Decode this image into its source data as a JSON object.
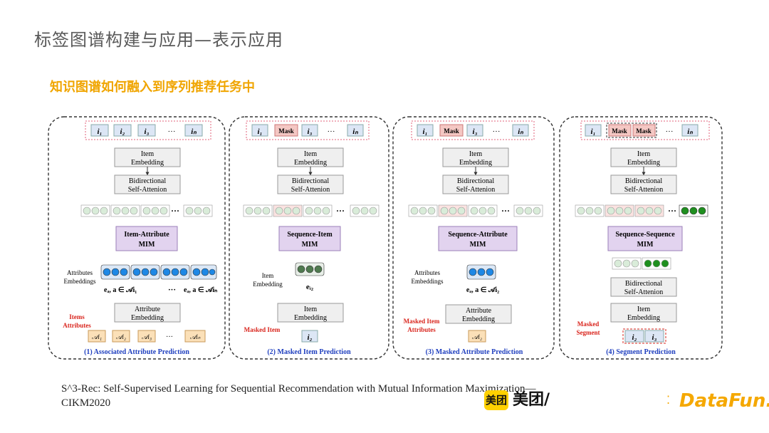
{
  "slide": {
    "title": "标签图谱构建与应用—表示应用",
    "subtitle": "知识图谱如何融入到序列推荐任务中",
    "citation_line1": "S^3-Rec: Self-Supervised Learning for Sequential Recommendation with Mutual Information Maximization—",
    "citation_line2": "CIKM2020"
  },
  "logos": {
    "meituan_badge": "美团",
    "meituan_text": "美团/",
    "datafun_text": "DataFun."
  },
  "diagram": {
    "tokens": {
      "i1": "i₁",
      "i2": "i₂",
      "i3": "i₃",
      "in": "iₙ",
      "ellipsis": "···",
      "mask": "Mask"
    },
    "common": {
      "item_embedding_1": "Item",
      "item_embedding_2": "Embedding",
      "bidir_1": "Bidirectional",
      "bidir_2": "Self-Attenion",
      "attr_emb_1": "Attribute",
      "attr_emb_2": "Embedding",
      "attrs_label_1": "Attributes",
      "attrs_label_2": "Embeddings",
      "item_label_1": "Item",
      "item_label_2": "Embedding"
    },
    "panels": [
      {
        "caption": "(1) Associated Attribute Prediction",
        "mim_1": "Item-Attribute",
        "mim_2": "MIM",
        "side_1": "Items",
        "side_2": "Attributes",
        "attr_tokens": [
          "𝒜i₁",
          "𝒜i₂",
          "𝒜i₃",
          "𝒜iₙ"
        ],
        "formula_left": "eₐ, a ∈ 𝒜i₁",
        "formula_right": "eₐ, a ∈ 𝒜iₙ"
      },
      {
        "caption": "(2) Masked Item Prediction",
        "mim_1": "Sequence-Item",
        "mim_2": "MIM",
        "side_1": "Masked Item",
        "formula": "eᵢ₂"
      },
      {
        "caption": "(3) Masked Attribute Prediction",
        "mim_1": "Sequence-Attribute",
        "mim_2": "MIM",
        "side_1": "Masked Item",
        "side_2": "Attributes",
        "attr_token": "𝒜i₂",
        "formula": "eₐ, a ∈ 𝒜i₂"
      },
      {
        "caption": "(4) Segment Prediction",
        "mim_1": "Sequence-Sequence",
        "mim_2": "MIM",
        "side_1": "Masked",
        "side_2": "Segment"
      }
    ]
  },
  "colors": {
    "title": "#595959",
    "subtitle": "#f0a500",
    "token_blue": "#dce6f5",
    "mask_red": "#f4c7c3",
    "mim_purple": "#e2d3ef",
    "attr_orange": "#fbe0b8",
    "caption_blue": "#1f3fbf",
    "side_red": "#d9241c",
    "node_green": "#2e8b2e",
    "dot_blue": "#1e88e5"
  }
}
